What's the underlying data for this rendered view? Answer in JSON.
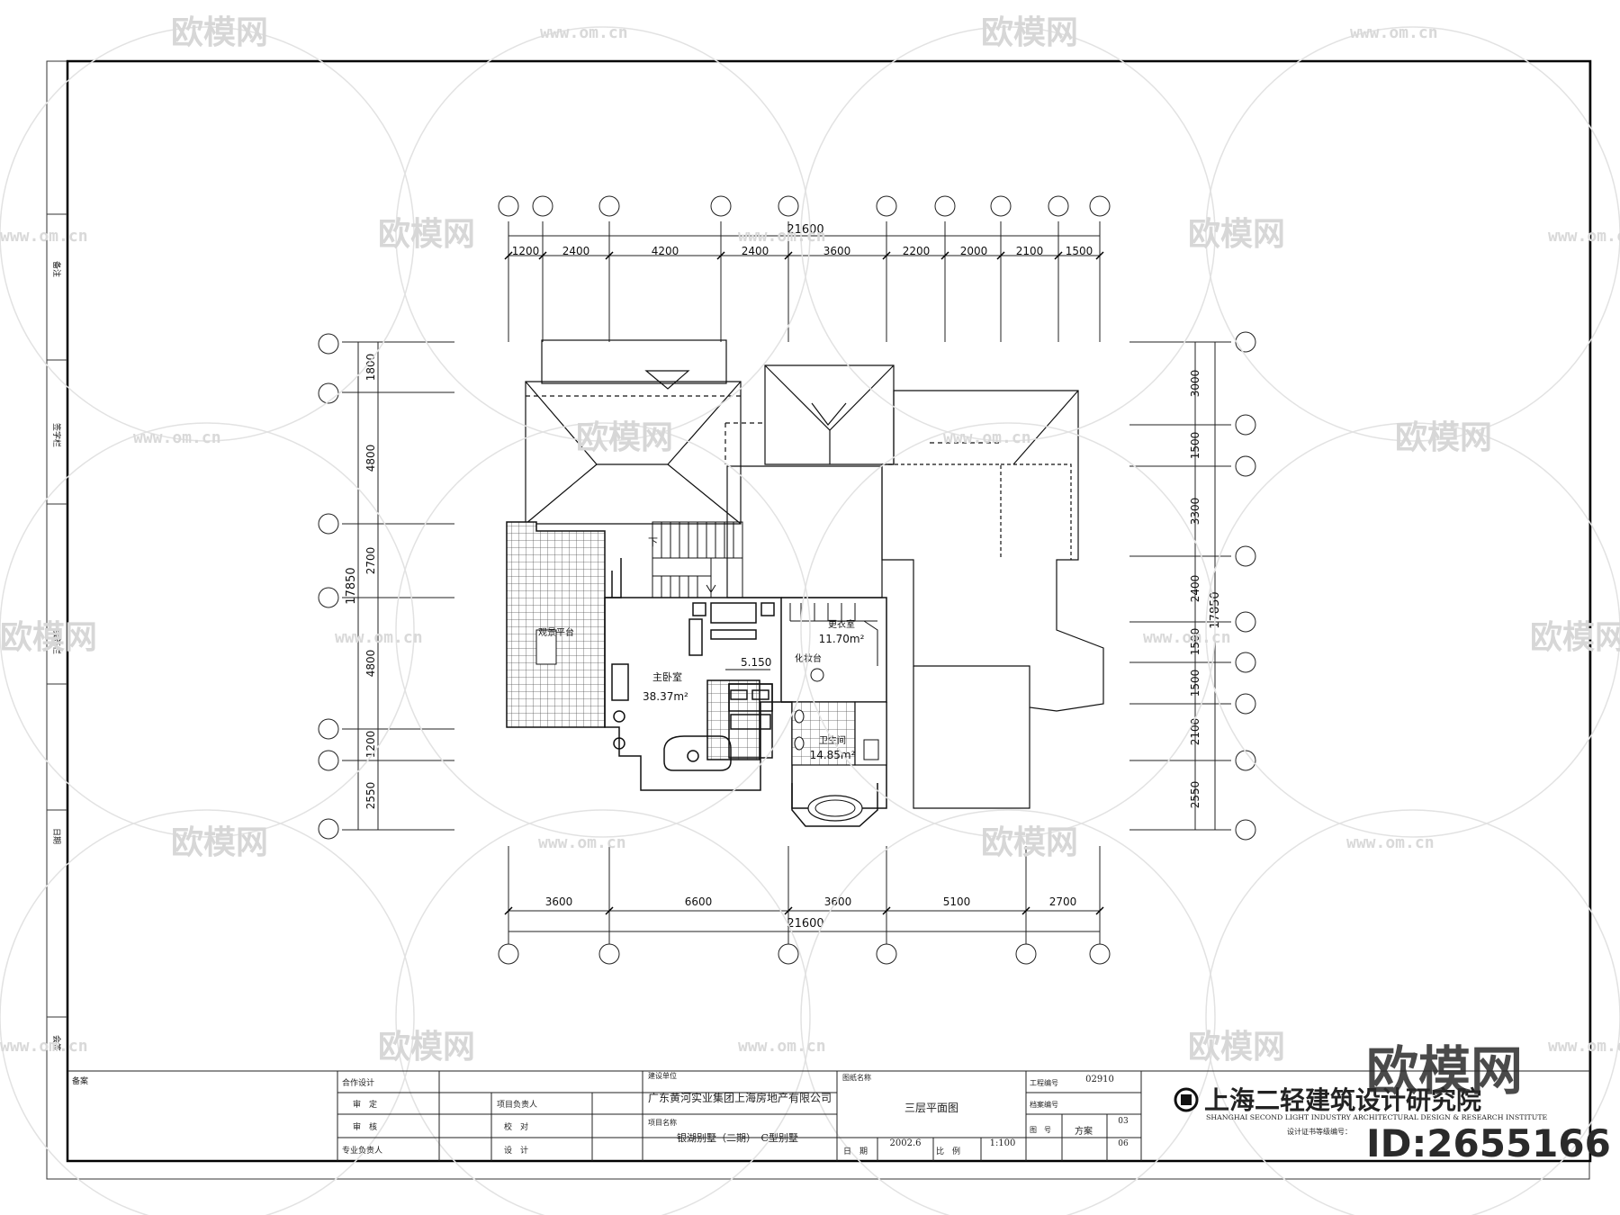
{
  "plan": {
    "top_total": "21600",
    "top_dims": [
      "1200",
      "2400",
      "4200",
      "2400",
      "3600",
      "2200",
      "2000",
      "2100",
      "1500"
    ],
    "bottom_total": "21600",
    "bottom_dims": [
      "3600",
      "6600",
      "3600",
      "5100",
      "2700"
    ],
    "left_total": "17850",
    "left_dims": [
      "1800",
      "4800",
      "2700",
      "4800",
      "1200",
      "2550"
    ],
    "right_total": "17850",
    "right_dims": [
      "3000",
      "1500",
      "3300",
      "2400",
      "1500",
      "1500",
      "2100",
      "2550"
    ],
    "rooms": {
      "terrace": "观景平台",
      "master_bedroom": "主卧室",
      "master_area": "38.37m²",
      "level": "5.150",
      "stair_down": "下",
      "walkin": "更衣室",
      "walkin_area": "11.70m²",
      "dresser": "化妆台",
      "bath": "卫生间",
      "bath_area": "14.85m²"
    }
  },
  "side_labels": [
    "备注",
    "签字栏",
    "会签栏",
    "日期",
    "会签"
  ],
  "titleblock": {
    "remark": "备案",
    "hq_design": "合作设计",
    "audit": "审　定",
    "approve": "审　核",
    "prof_lead": "专业负责人",
    "proj_lead": "项目负责人",
    "check": "校　对",
    "design": "设　计",
    "client_label": "建设单位",
    "client": "广东黄河实业集团上海房地产有限公司",
    "project_label": "项目名称",
    "project": "银湖别墅（二期）　C型别墅",
    "drawing_label": "图纸名称",
    "drawing_name": "三层平面图",
    "date_label": "日　期",
    "date": "2002.6",
    "scale_label": "比　例",
    "scale": "1:100",
    "job_no_label": "工程编号",
    "job_no": "02910",
    "archive_label": "档案编号",
    "sheet_label": "图　号",
    "stage": "方案",
    "sheet_no": "03",
    "sheet_total": "06",
    "cert_label": "设计证书等级编号："
  },
  "institute": {
    "name_cn": "上海二轻建筑设计研究院",
    "name_en": "SHANGHAI SECOND LIGHT INDUSTRY ARCHITECTURAL DESIGN & RESEARCH INSTITUTE"
  },
  "watermark": {
    "brand": "欧模网",
    "url": "www.om.cn",
    "id": "ID:2655166"
  }
}
